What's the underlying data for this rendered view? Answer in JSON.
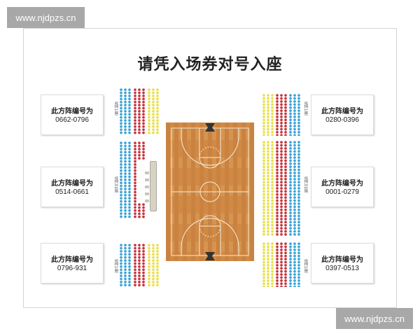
{
  "watermark": {
    "text": "www.njdpzs.cn"
  },
  "title": "请凭入场券对号入座",
  "sections": [
    {
      "heading": "此方阵编号为",
      "range": "0662-0796",
      "side_label": "9排1座"
    },
    {
      "heading": "此方阵编号为",
      "range": "0514-0661",
      "side_label": "9排31座"
    },
    {
      "heading": "此方阵编号为",
      "range": "0796-931",
      "side_label": "9排1座"
    },
    {
      "heading": "此方阵编号为",
      "range": "0280-0396",
      "side_label": "9排1座"
    },
    {
      "heading": "此方阵编号为",
      "range": "0001-0279",
      "side_label": "9排31座"
    },
    {
      "heading": "此方阵编号为",
      "range": "0397-0513",
      "side_label": "9排1座"
    }
  ],
  "colors": {
    "blue": "#3aa3d6",
    "red": "#c8303a",
    "yellow": "#e8e04a",
    "court": "#d08a45"
  }
}
